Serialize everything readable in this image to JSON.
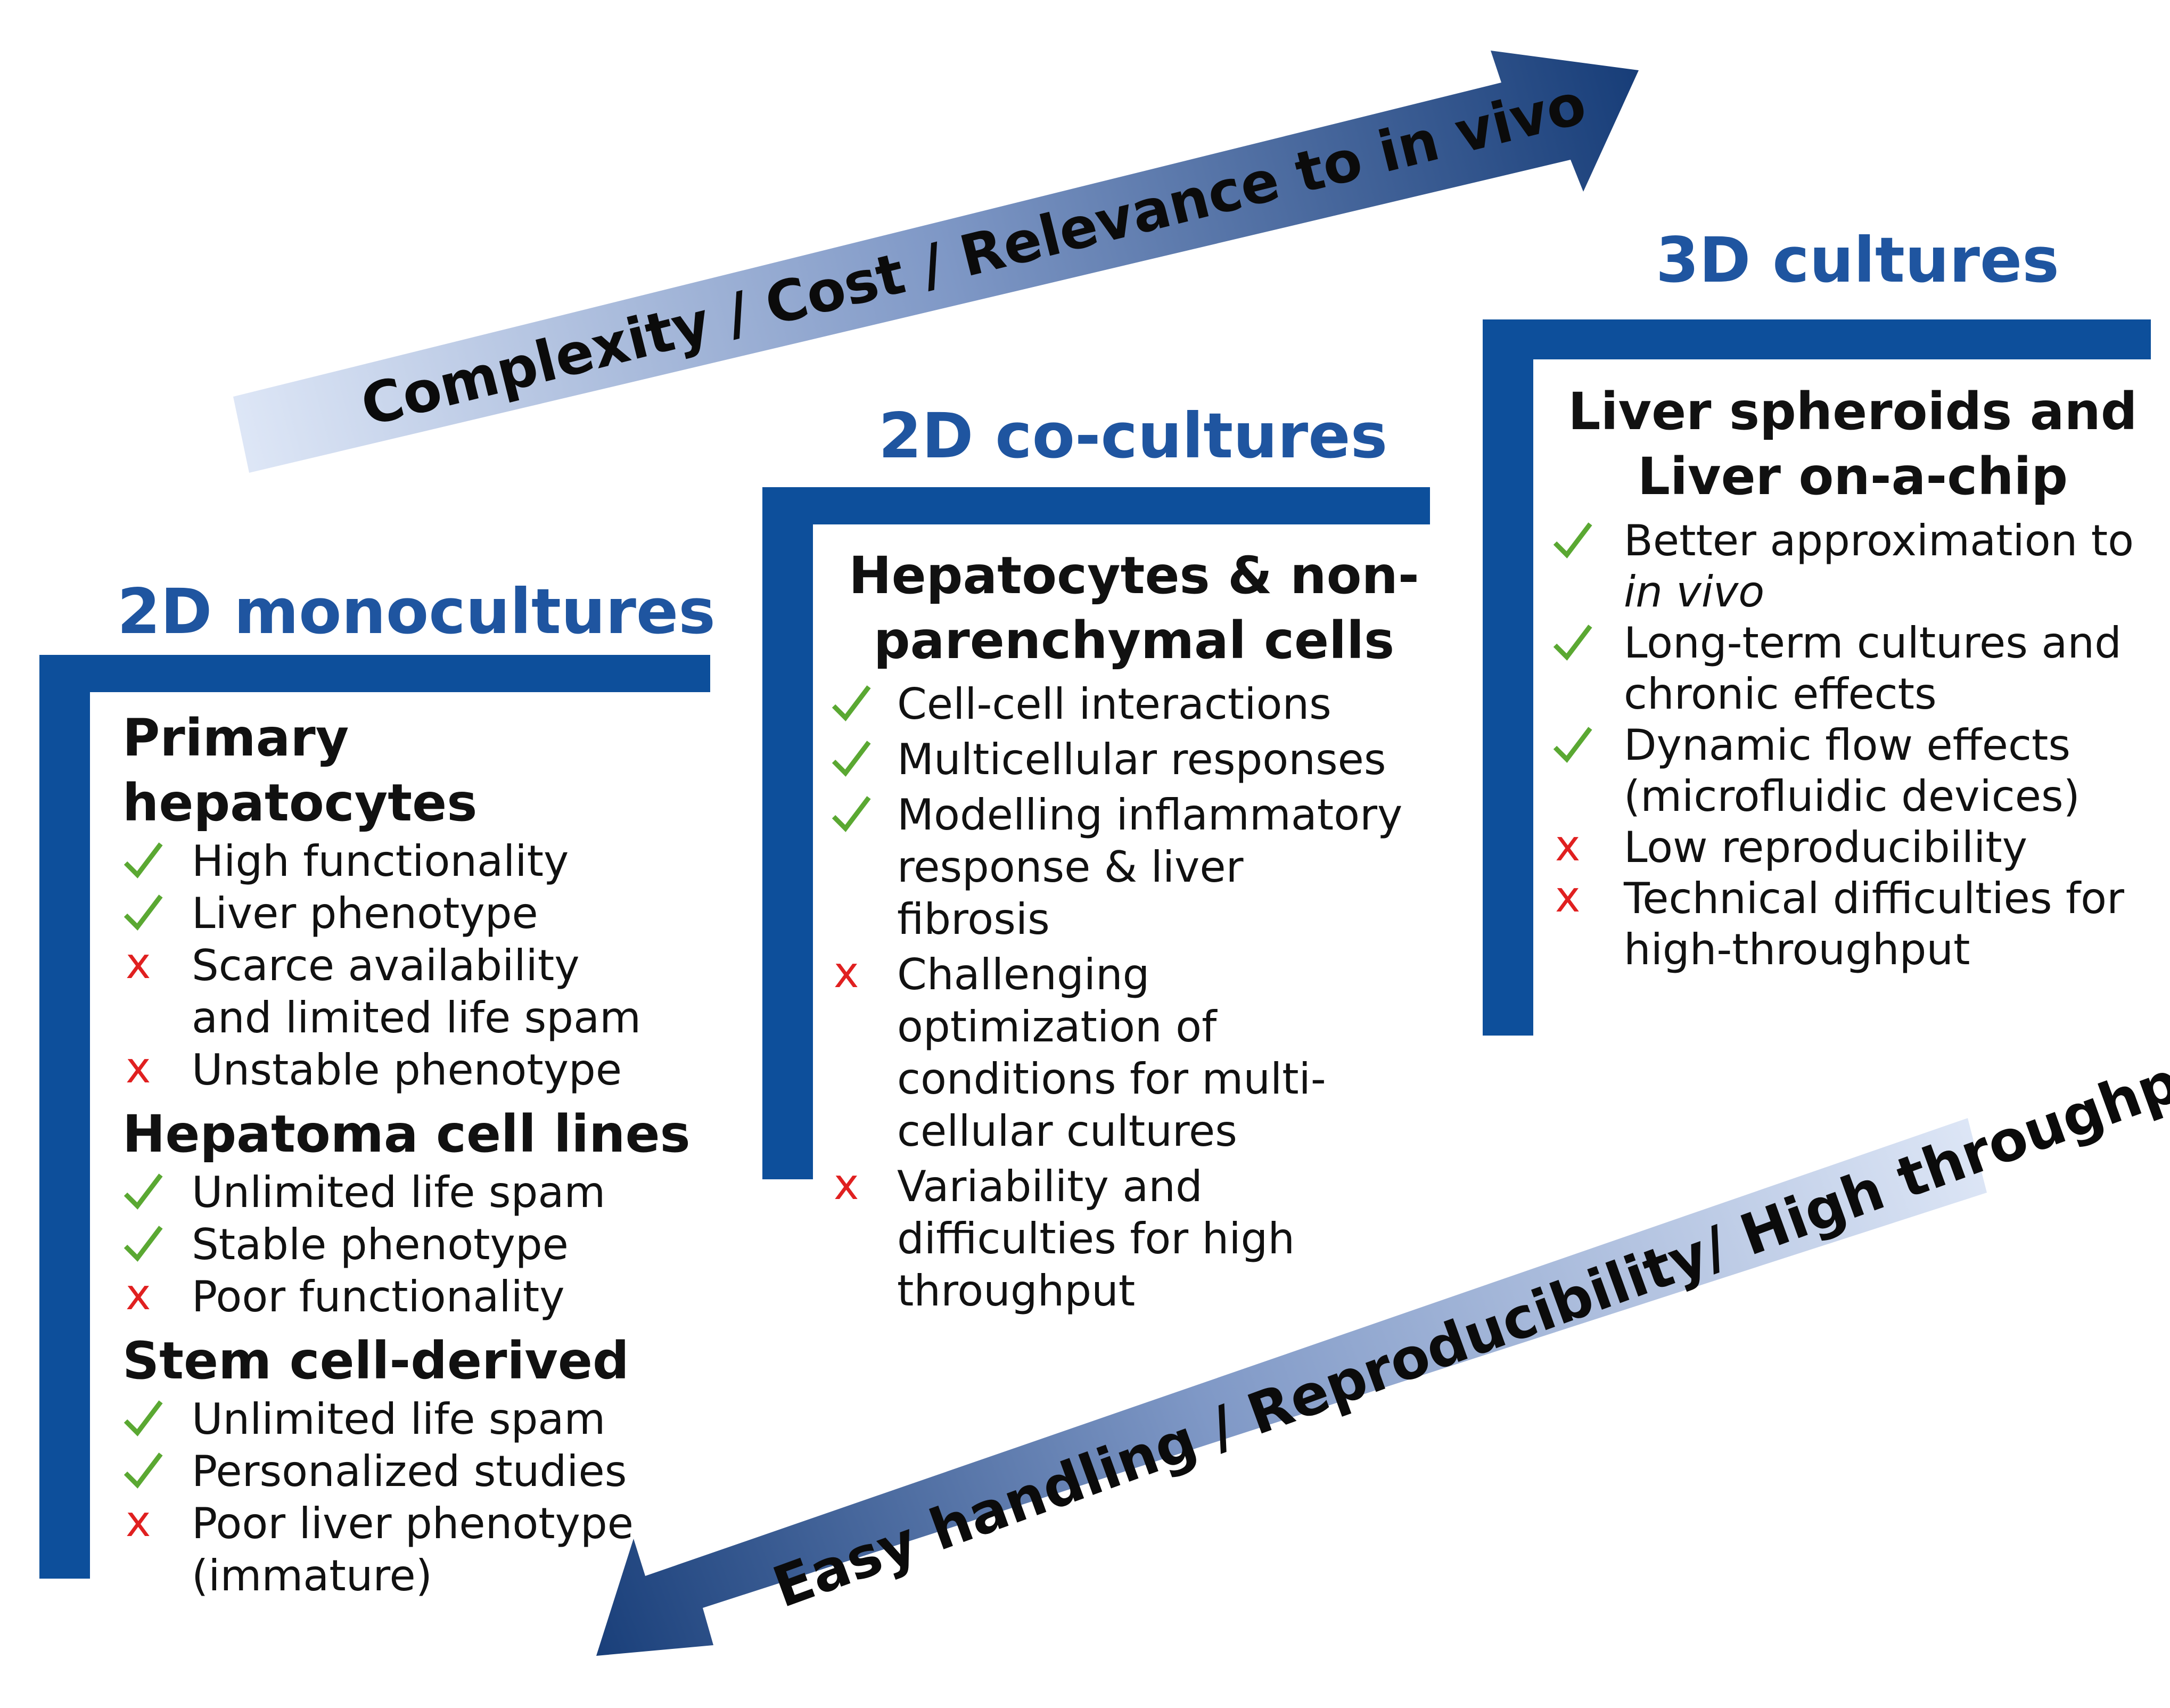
{
  "top_arrow": {
    "label": "Complexity / Cost / Relevance to in vivo"
  },
  "bottom_arrow": {
    "label": "Easy handling / Reproducibility/ High throughput"
  },
  "columns": [
    {
      "title": "2D monocultures",
      "sections": [
        {
          "heading": "Primary hepatocytes",
          "items": [
            {
              "mark": "check",
              "text": "High functionality"
            },
            {
              "mark": "check",
              "text": "Liver phenotype"
            },
            {
              "mark": "cross",
              "text": "Scarce availability and limited life spam"
            },
            {
              "mark": "cross",
              "text": "Unstable phenotype"
            }
          ]
        },
        {
          "heading": "Hepatoma cell lines",
          "items": [
            {
              "mark": "check",
              "text": "Unlimited life spam"
            },
            {
              "mark": "check",
              "text": "Stable phenotype"
            },
            {
              "mark": "cross",
              "text": "Poor functionality"
            }
          ]
        },
        {
          "heading": "Stem cell-derived",
          "items": [
            {
              "mark": "check",
              "text": "Unlimited life spam"
            },
            {
              "mark": "check",
              "text": "Personalized studies"
            },
            {
              "mark": "cross",
              "text": "Poor liver phenotype (immature)"
            }
          ]
        }
      ]
    },
    {
      "title": "2D co-cultures",
      "sections": [
        {
          "heading": "Hepatocytes & non-parenchymal cells",
          "items": [
            {
              "mark": "check",
              "text": "Cell-cell interactions"
            },
            {
              "mark": "check",
              "text": "Multicellular responses"
            },
            {
              "mark": "check",
              "text": "Modelling inflammatory response & liver fibrosis"
            },
            {
              "mark": "cross",
              "text": "Challenging optimization of conditions for multi-cellular cultures"
            },
            {
              "mark": "cross",
              "text": "Variability and difficulties for high throughput"
            }
          ]
        }
      ]
    },
    {
      "title": "3D cultures",
      "sections": [
        {
          "heading": "Liver spheroids and Liver on-a-chip",
          "items": [
            {
              "mark": "check",
              "text": "Better approximation to",
              "italic": "in vivo"
            },
            {
              "mark": "check",
              "text": "Long-term cultures and chronic effects"
            },
            {
              "mark": "check",
              "text": "Dynamic flow effects (microfluidic devices)"
            },
            {
              "mark": "cross",
              "text": "Low reproducibility"
            },
            {
              "mark": "cross",
              "text": "Technical difficulties for high-throughput"
            }
          ]
        }
      ]
    }
  ],
  "colors": {
    "accent": "#0d4f9b",
    "title": "#1f55a0",
    "check": "#5aa832",
    "cross": "#e02020",
    "arrow_light": "#dde6f6",
    "arrow_dark": "#173d78"
  }
}
